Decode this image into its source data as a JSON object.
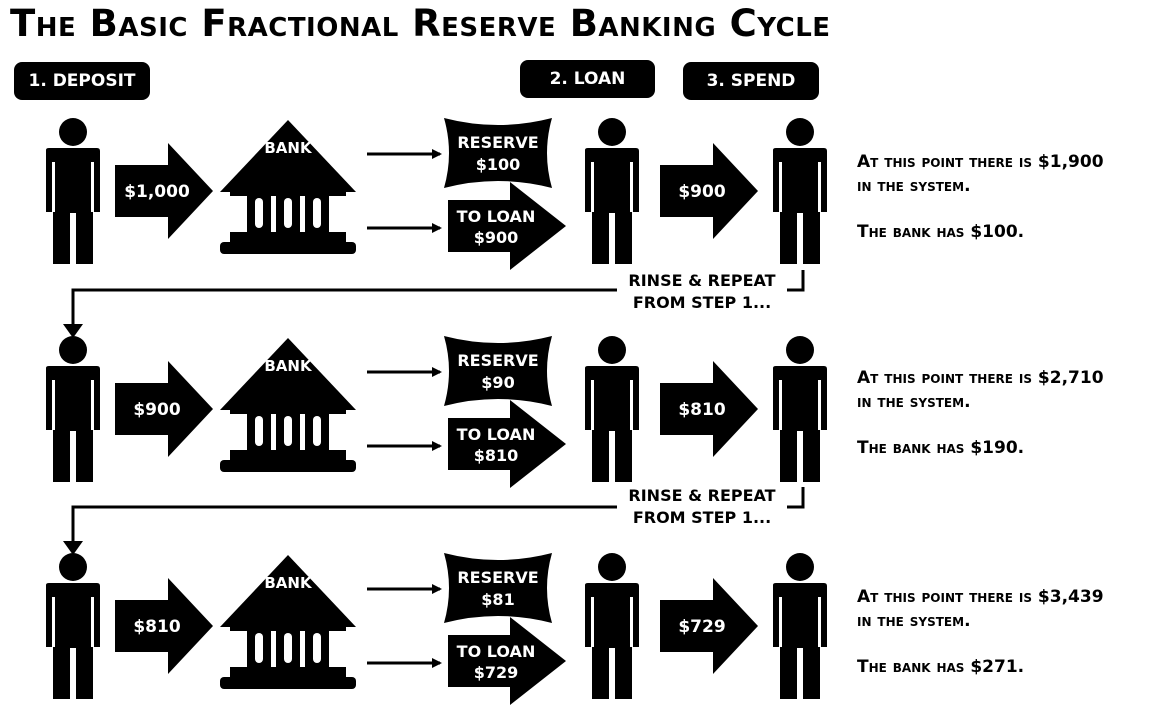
{
  "title": "The Basic Fractional Reserve Banking Cycle",
  "steps": {
    "deposit": "1. DEPOSIT",
    "loan": "2. LOAN",
    "spend": "3. SPEND"
  },
  "bank_label": "BANK",
  "reserve_label": "RESERVE",
  "to_loan_label": "TO LOAN",
  "rinse_line1": "RINSE & REPEAT",
  "rinse_line2": "FROM STEP 1...",
  "rows": [
    {
      "deposit": "$1,000",
      "reserve": "$100",
      "to_loan": "$900",
      "spend": "$900",
      "summary_line1": "At this point there is $1,900",
      "summary_line2": "in the system.",
      "summary_bank": "The bank has $100."
    },
    {
      "deposit": "$900",
      "reserve": "$90",
      "to_loan": "$810",
      "spend": "$810",
      "summary_line1": "At this point there is $2,710",
      "summary_line2": "in the system.",
      "summary_bank": "The bank has $190."
    },
    {
      "deposit": "$810",
      "reserve": "$81",
      "to_loan": "$729",
      "spend": "$729",
      "summary_line1": "At this point there is $3,439",
      "summary_line2": "in the system.",
      "summary_bank": "The bank has $271."
    }
  ]
}
